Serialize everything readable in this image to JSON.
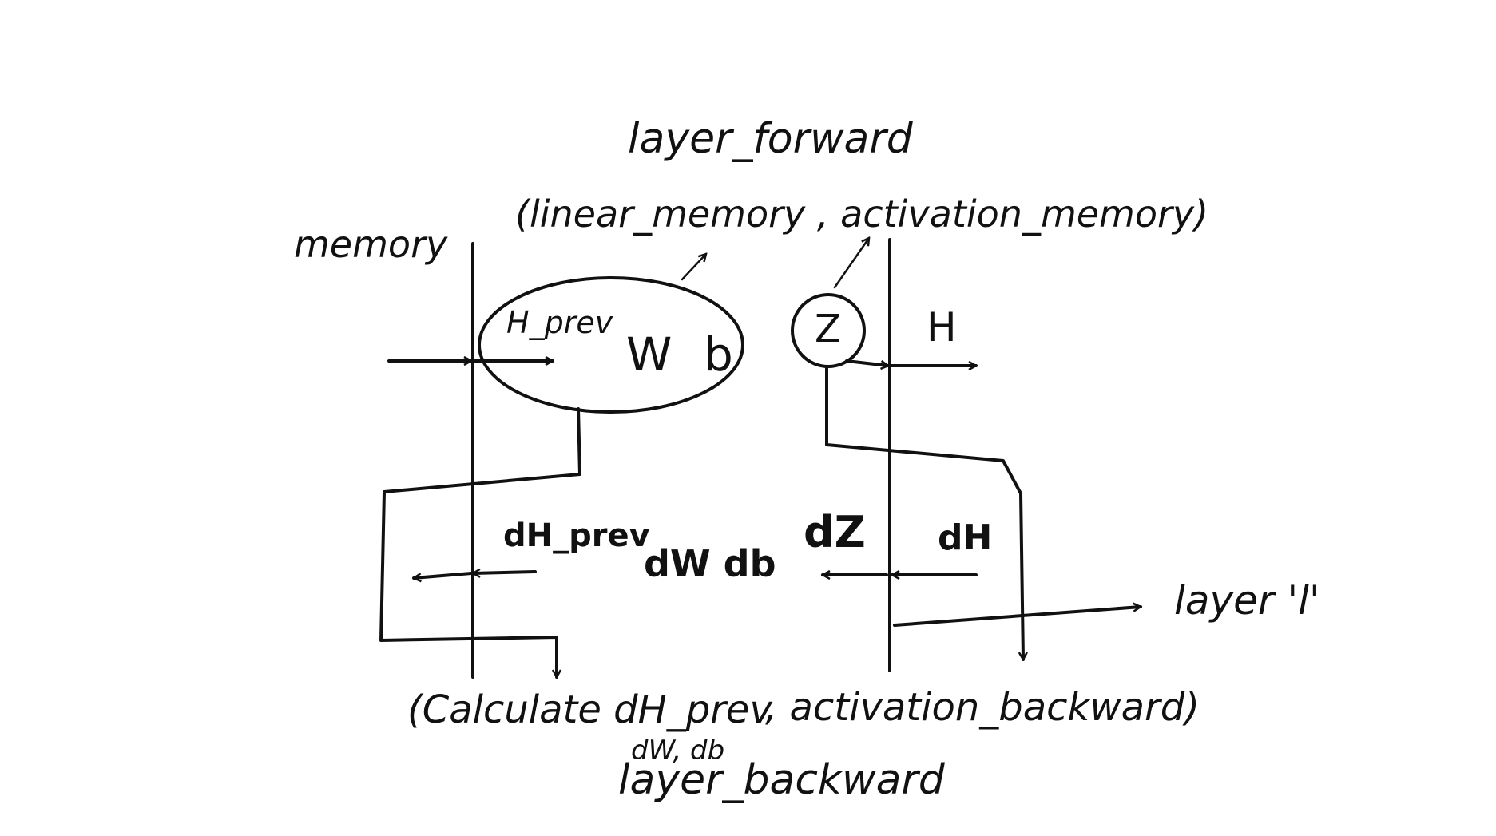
{
  "diagram": {
    "title_top": "layer_forward",
    "memory_label": "memory",
    "memory_tuple": "(linear_memory , activation_memory)",
    "forward": {
      "h_prev": "H_prev",
      "w": "W",
      "b": "b",
      "z": "Z",
      "h": "H"
    },
    "backward": {
      "dh_prev": "dH_prev",
      "dw_db": "dW db",
      "dz": "dZ",
      "dh": "dH"
    },
    "layer_label": "layer 'l'",
    "calc_line_left": "(Calculate dH_prev",
    "calc_sub": "dW, db",
    "calc_line_right": ", activation_backward)",
    "title_bottom": "layer_backward"
  },
  "colors": {
    "ink": "#111111",
    "background": "#ffffff"
  }
}
